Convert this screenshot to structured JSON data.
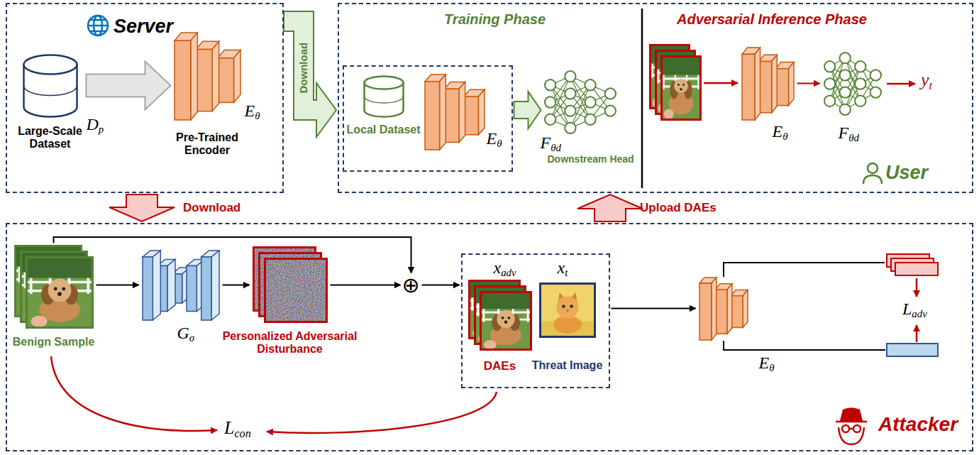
{
  "diagram": {
    "nodes": [
      {
        "text": [
          "Server"
        ]
      },
      {
        "text": [
          "Large-Scale Dataset",
          "Dp"
        ],
        "in": 0
      },
      {
        "text": [
          "Pre-Trained Encoder",
          "Eθ"
        ],
        "in": 0
      },
      {
        "text": [
          "Training Phase",
          "Adversarial Inference Phase",
          "User"
        ]
      },
      {
        "text": [],
        "in": 3
      },
      {
        "text": [
          "Local Dataset"
        ],
        "in": 4
      },
      {
        "text": [
          "Eθ"
        ],
        "in": 4
      },
      {
        "text": [
          "Fθd",
          "Downstream Head"
        ],
        "in": 3
      },
      {
        "text": [
          "Eθ"
        ],
        "in": 3
      },
      {
        "text": [
          "Fθd"
        ],
        "in": 3
      },
      {
        "text": [
          "Attacker"
        ]
      },
      {
        "text": [
          "Benign Sample"
        ],
        "in": 10
      },
      {
        "text": [
          "Gσ"
        ],
        "in": 10
      },
      {
        "text": [
          "Personalized Adversarial Disturbance"
        ],
        "in": 10
      },
      {
        "text": [
          "⊕"
        ],
        "in": 10
      },
      {
        "text": [],
        "in": 10
      },
      {
        "text": [
          "xadv",
          "DAEs"
        ],
        "in": 15
      },
      {
        "text": [
          "xt",
          "Threat Image"
        ],
        "in": 15
      },
      {
        "text": [
          "Eθ"
        ],
        "in": 10
      }
    ],
    "edges": [
      {
        "from": 1,
        "to": 2,
        "arrow": "to"
      },
      {
        "from": 0,
        "to": 3,
        "arrow": "to",
        "label": "Download"
      },
      {
        "from": 0,
        "to": 10,
        "arrow": "to",
        "label": "Download"
      },
      {
        "from": 10,
        "to": 3,
        "arrow": "to",
        "label": "Upload DAEs"
      },
      {
        "from": 4,
        "to": 7,
        "arrow": "to"
      },
      {
        "from": 8,
        "to": 9,
        "arrow": "to"
      },
      {
        "from": 11,
        "to": 12,
        "arrow": "to"
      },
      {
        "from": 12,
        "to": 13,
        "arrow": "to"
      },
      {
        "from": 13,
        "to": 14,
        "arrow": "to"
      },
      {
        "from": 11,
        "to": 14,
        "arrow": "to"
      },
      {
        "from": 14,
        "to": 15,
        "arrow": "to"
      },
      {
        "from": 15,
        "to": 18,
        "arrow": "to"
      }
    ],
    "labels": [
      "yt",
      "Ladv",
      "Lcon"
    ]
  }
}
